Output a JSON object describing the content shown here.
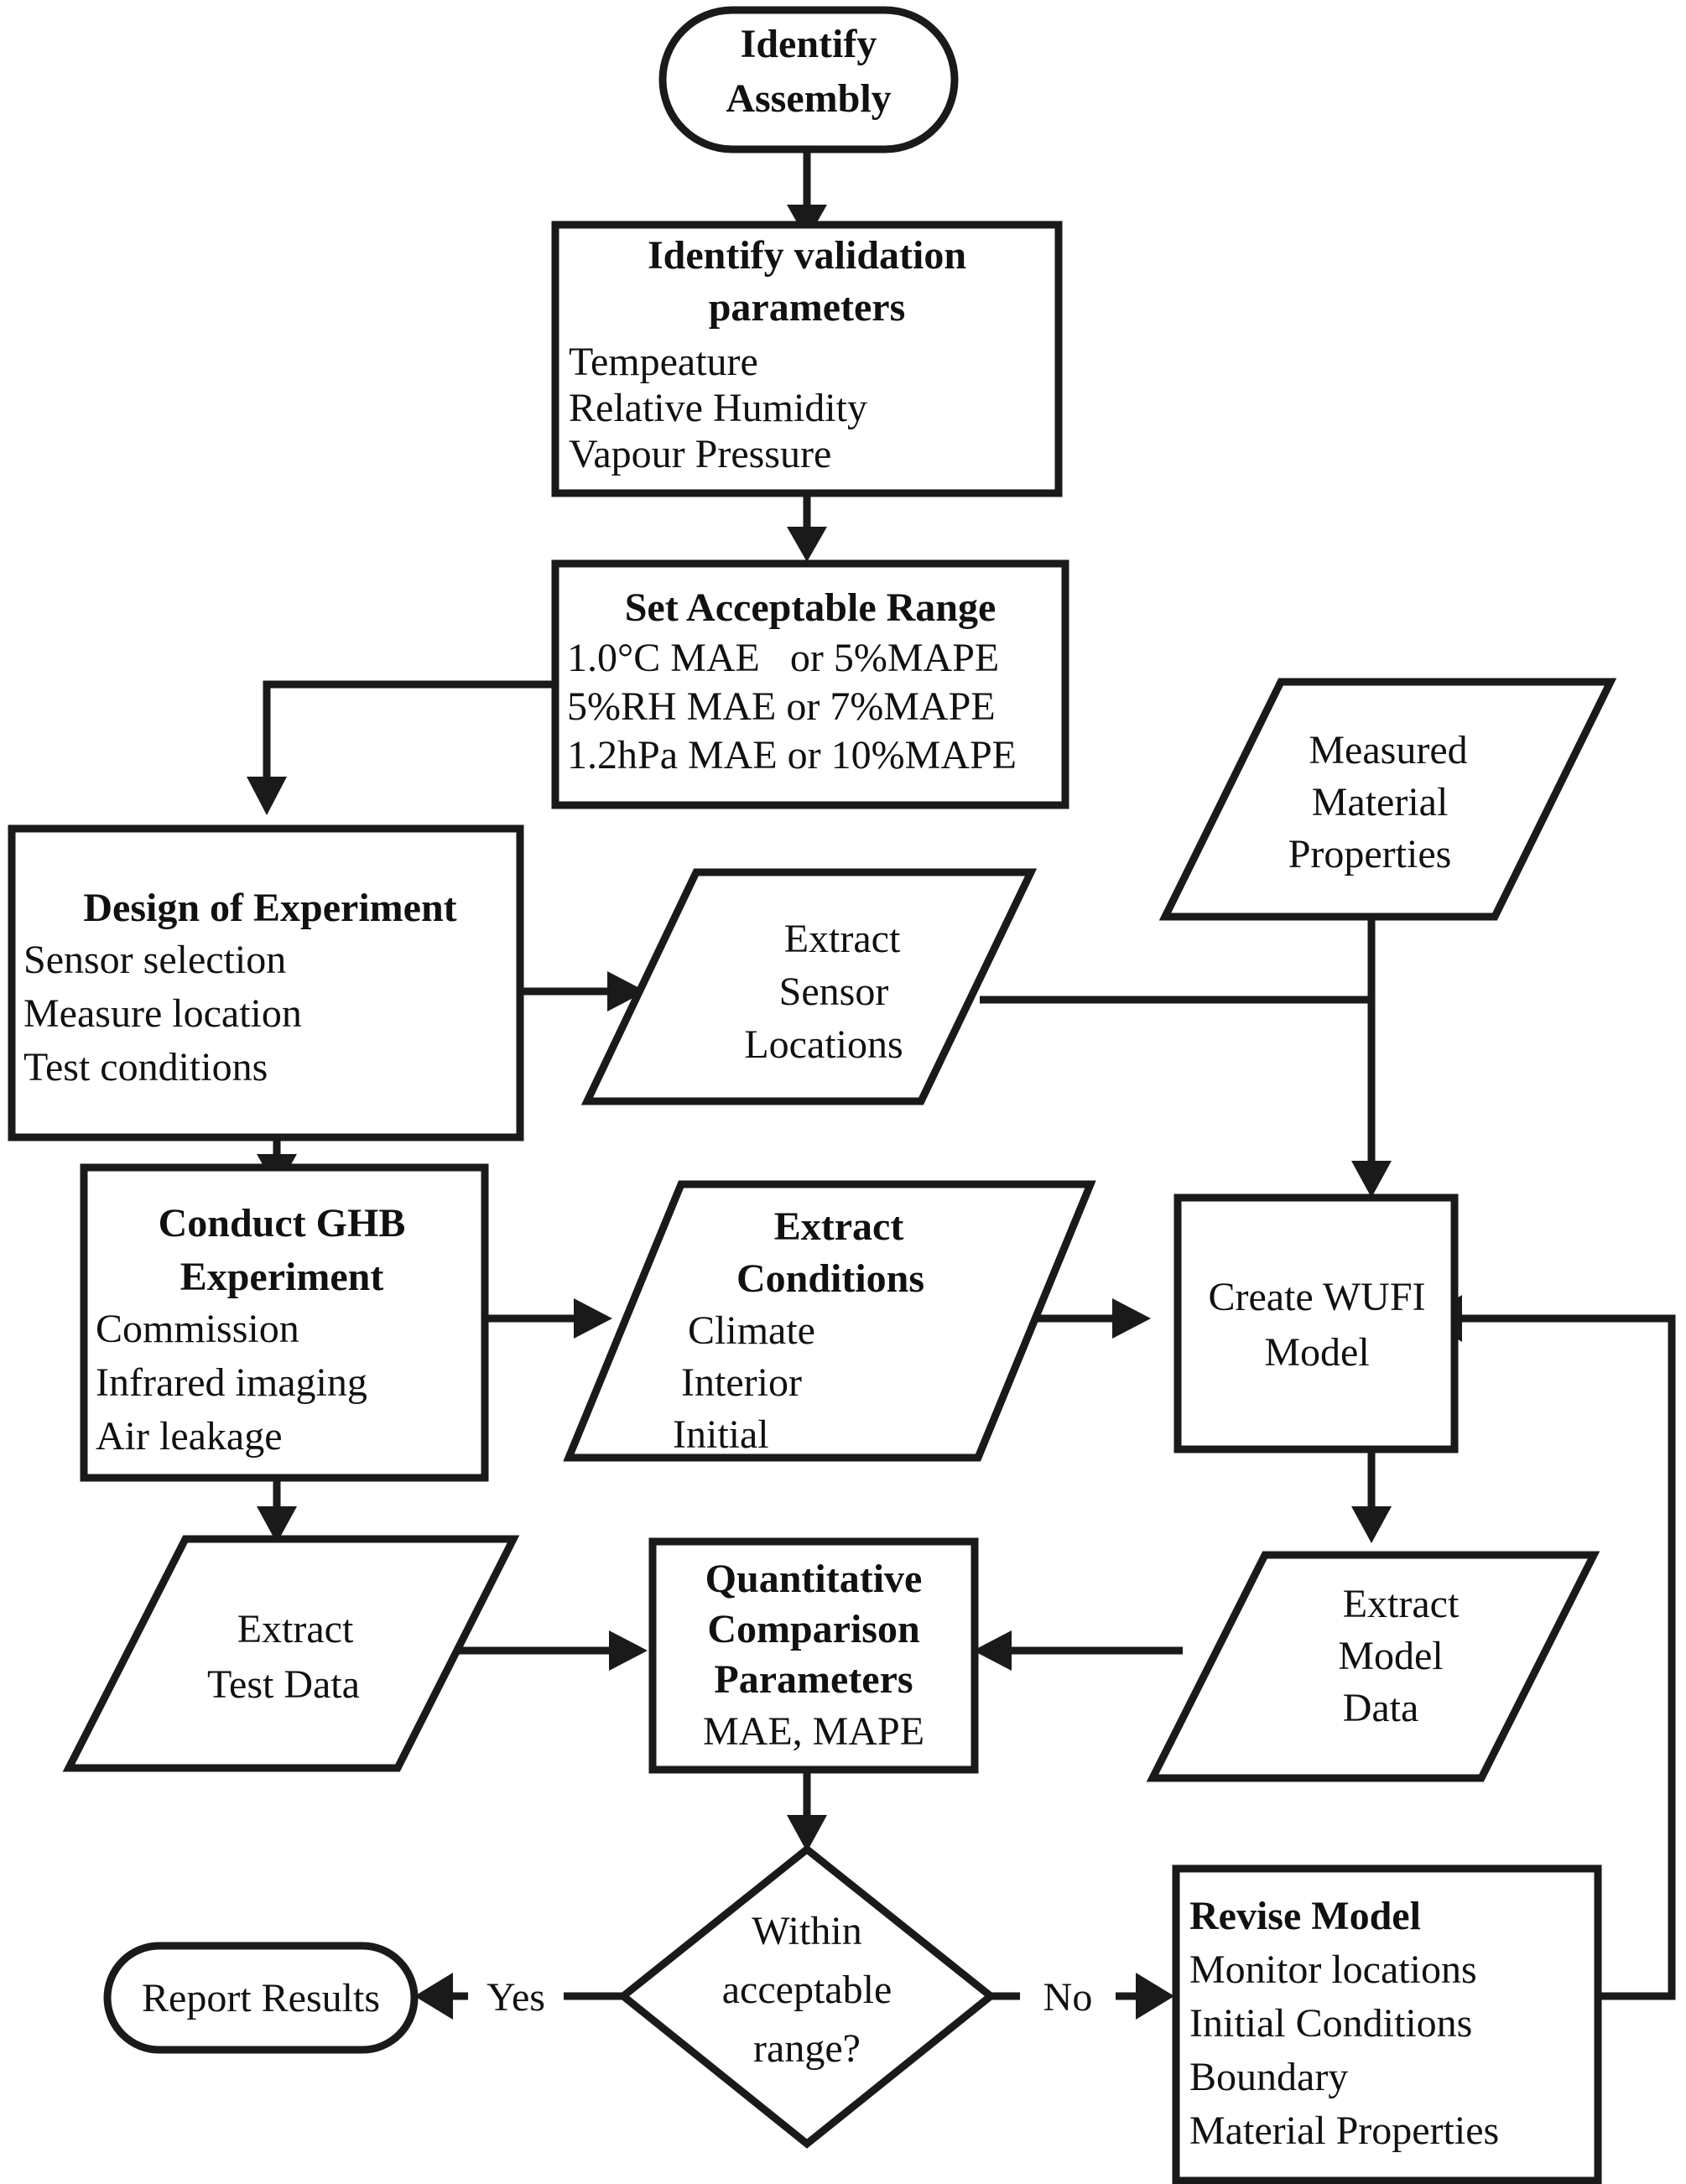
{
  "diagram": {
    "title": "Validation methodology flowchart",
    "colors": {
      "stroke": "#1a1a1a",
      "fill": "#ffffff",
      "text": "#111111"
    },
    "nodes": {
      "identify_assembly": {
        "shape": "stadium",
        "lines": [
          "Identify",
          "Assembly"
        ]
      },
      "identify_validation_parameters": {
        "shape": "rectangle",
        "heading": [
          "Identify validation",
          "parameters"
        ],
        "items": [
          "Tempeature",
          "Relative Humidity",
          "Vapour Pressure"
        ]
      },
      "set_acceptable_range": {
        "shape": "rectangle",
        "heading": [
          "Set Acceptable Range"
        ],
        "items": [
          "1.0°C MAE   or 5%MAPE",
          "5%RH MAE or 7%MAPE",
          "1.2hPa MAE or 10%MAPE"
        ]
      },
      "design_of_experiment": {
        "shape": "rectangle",
        "heading": [
          "Design of Experiment"
        ],
        "items": [
          "Sensor selection",
          "Measure location",
          "Test conditions"
        ]
      },
      "extract_sensor_locations": {
        "shape": "parallelogram",
        "lines": [
          "Extract",
          "Sensor",
          "Locations"
        ]
      },
      "measured_material_properties": {
        "shape": "parallelogram",
        "lines": [
          "Measured",
          "Material",
          "Properties"
        ]
      },
      "conduct_ghb_experiment": {
        "shape": "rectangle",
        "heading": [
          "Conduct GHB",
          "Experiment"
        ],
        "items": [
          "Commission",
          "Infrared imaging",
          "Air leakage"
        ]
      },
      "extract_conditions": {
        "shape": "parallelogram",
        "heading": [
          "Extract",
          "Conditions"
        ],
        "items": [
          "Climate",
          "Interior",
          "Initial"
        ]
      },
      "create_wufi_model": {
        "shape": "rectangle",
        "lines": [
          "Create WUFI",
          "Model"
        ]
      },
      "extract_test_data": {
        "shape": "parallelogram",
        "lines": [
          "Extract",
          "Test Data"
        ]
      },
      "quantitative_comparison_parameters": {
        "shape": "rectangle",
        "heading": [
          "Quantitative",
          "Comparison",
          "Parameters"
        ],
        "items": [
          "MAE, MAPE"
        ]
      },
      "extract_model_data": {
        "shape": "parallelogram",
        "lines": [
          "Extract",
          "Model",
          "Data"
        ]
      },
      "within_acceptable_range": {
        "shape": "diamond",
        "lines": [
          "Within",
          "acceptable",
          "range?"
        ]
      },
      "report_results": {
        "shape": "stadium",
        "lines": [
          "Report Results"
        ]
      },
      "revise_model": {
        "shape": "rectangle",
        "heading": [
          "Revise Model"
        ],
        "items": [
          "Monitor locations",
          "Initial Conditions",
          "Boundary",
          "Material Properties"
        ]
      }
    },
    "edge_labels": {
      "yes": "Yes",
      "no": "No"
    },
    "edges": [
      {
        "from": "identify_assembly",
        "to": "identify_validation_parameters",
        "label": ""
      },
      {
        "from": "identify_validation_parameters",
        "to": "set_acceptable_range",
        "label": ""
      },
      {
        "from": "set_acceptable_range",
        "to": "design_of_experiment",
        "label": ""
      },
      {
        "from": "design_of_experiment",
        "to": "extract_sensor_locations",
        "label": ""
      },
      {
        "from": "design_of_experiment",
        "to": "conduct_ghb_experiment",
        "label": ""
      },
      {
        "from": "extract_sensor_locations",
        "to": "create_wufi_model",
        "label": ""
      },
      {
        "from": "measured_material_properties",
        "to": "create_wufi_model",
        "label": ""
      },
      {
        "from": "conduct_ghb_experiment",
        "to": "extract_conditions",
        "label": ""
      },
      {
        "from": "conduct_ghb_experiment",
        "to": "extract_test_data",
        "label": ""
      },
      {
        "from": "extract_conditions",
        "to": "create_wufi_model",
        "label": ""
      },
      {
        "from": "create_wufi_model",
        "to": "extract_model_data",
        "label": ""
      },
      {
        "from": "extract_test_data",
        "to": "quantitative_comparison_parameters",
        "label": ""
      },
      {
        "from": "extract_model_data",
        "to": "quantitative_comparison_parameters",
        "label": ""
      },
      {
        "from": "quantitative_comparison_parameters",
        "to": "within_acceptable_range",
        "label": ""
      },
      {
        "from": "within_acceptable_range",
        "to": "report_results",
        "label": "Yes"
      },
      {
        "from": "within_acceptable_range",
        "to": "revise_model",
        "label": "No"
      },
      {
        "from": "revise_model",
        "to": "create_wufi_model",
        "label": ""
      }
    ]
  }
}
